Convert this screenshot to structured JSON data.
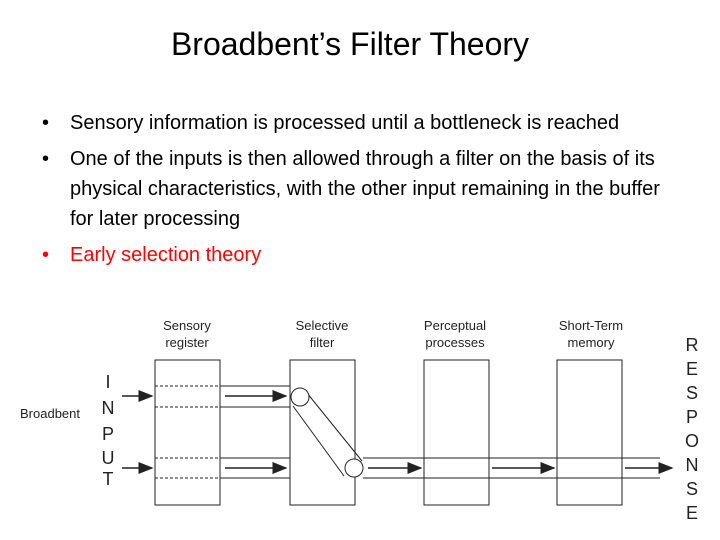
{
  "title": "Broadbent’s Filter Theory",
  "bullets": [
    {
      "text": "Sensory information is processed until a bottleneck is reached",
      "color": "#000000"
    },
    {
      "text": "One of the inputs is then allowed through a filter on the basis of its physical characteristics, with the other input remaining in the buffer for later processing",
      "color": "#000000"
    },
    {
      "text": "Early selection theory",
      "color": "#ff0000"
    }
  ],
  "bullet_symbol": "•",
  "diagram": {
    "model_label": "Broadbent",
    "stages": [
      {
        "line1": "Sensory",
        "line2": "register"
      },
      {
        "line1": "Selective",
        "line2": "filter"
      },
      {
        "line1": "Perceptual",
        "line2": "processes"
      },
      {
        "line1": "Short-Term",
        "line2": "memory"
      }
    ],
    "input_letters": [
      "I",
      "N",
      "P",
      "U",
      "T"
    ],
    "response_letters": [
      "R",
      "E",
      "S",
      "P",
      "O",
      "N",
      "S",
      "E"
    ]
  }
}
